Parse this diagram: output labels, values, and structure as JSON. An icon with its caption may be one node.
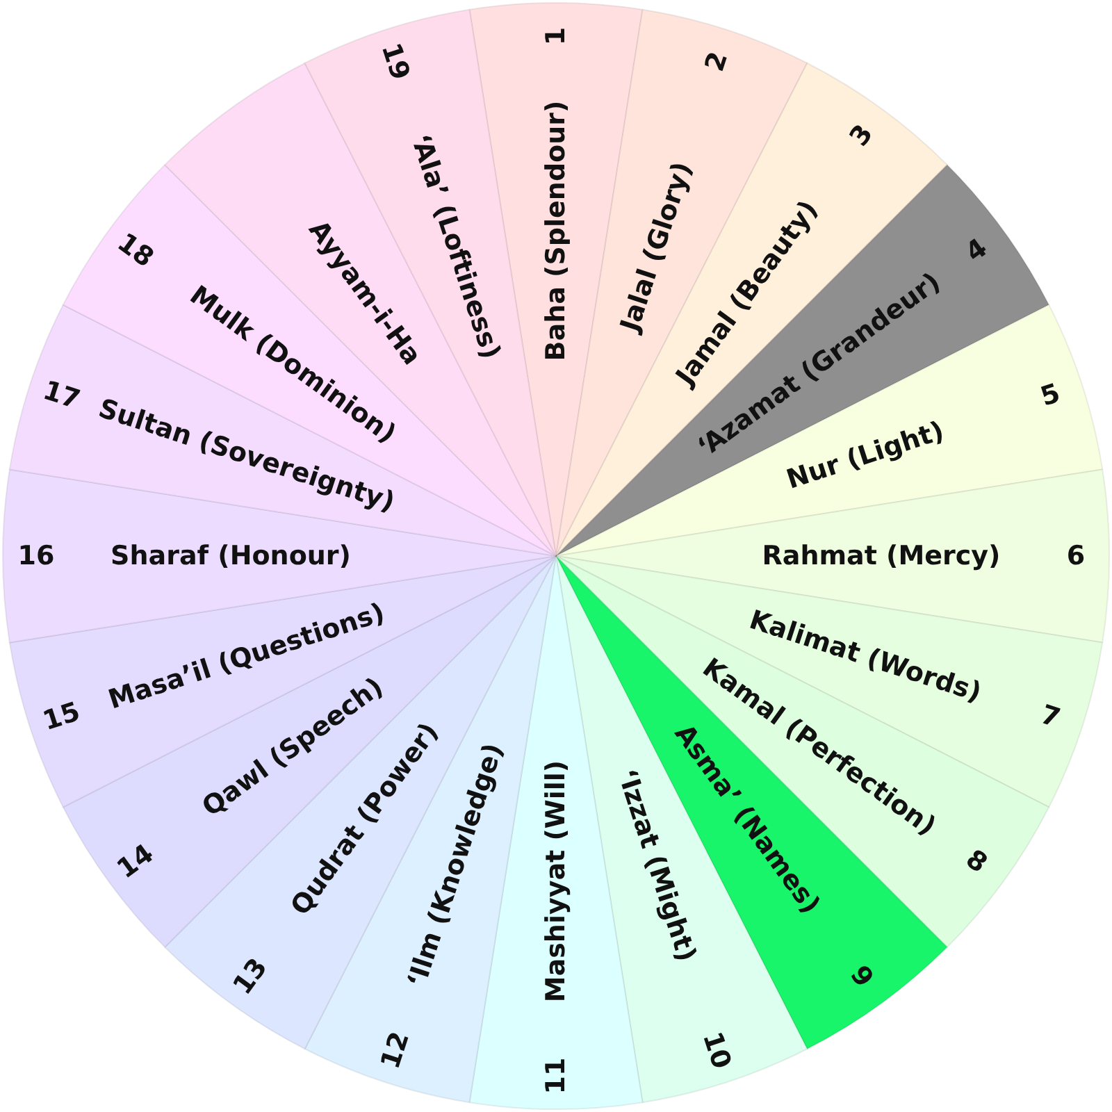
{
  "diagram": {
    "nodes": [
      {
        "text": [
          "Baha (Splendour)",
          "1"
        ]
      },
      {
        "text": [
          "Jalal (Glory)",
          "2"
        ]
      },
      {
        "text": [
          "Jamal (Beauty)",
          "3"
        ]
      },
      {
        "text": [
          "ʻAzamat (Grandeur)",
          "4"
        ]
      },
      {
        "text": [
          "Nur (Light)",
          "5"
        ]
      },
      {
        "text": [
          "Rahmat (Mercy)",
          "6"
        ]
      },
      {
        "text": [
          "Kalimat (Words)",
          "7"
        ]
      },
      {
        "text": [
          "Kamal (Perfection)",
          "8"
        ]
      },
      {
        "text": [
          "Asmaʼ (Names)",
          "9"
        ]
      },
      {
        "text": [
          "ʻIzzat (Might)",
          "10"
        ]
      },
      {
        "text": [
          "11",
          "Mashiyyat (Will)"
        ]
      },
      {
        "text": [
          "12",
          "ʻIlm (Knowledge)"
        ]
      },
      {
        "text": [
          "13",
          "Qudrat (Power)"
        ]
      },
      {
        "text": [
          "14",
          "Qawl (Speech)"
        ]
      },
      {
        "text": [
          "15",
          "Masaʼil (Questions)"
        ]
      },
      {
        "text": [
          "16",
          "Sharaf (Honour)"
        ]
      },
      {
        "text": [
          "17",
          "Sultan (Sovereignty)"
        ]
      },
      {
        "text": [
          "18",
          "Mulk (Dominion)"
        ]
      },
      {
        "text": [
          "Ayyam-i-Ha"
        ]
      },
      {
        "text": [
          "19",
          "ʻAlaʼ (Loftiness)"
        ]
      }
    ]
  }
}
